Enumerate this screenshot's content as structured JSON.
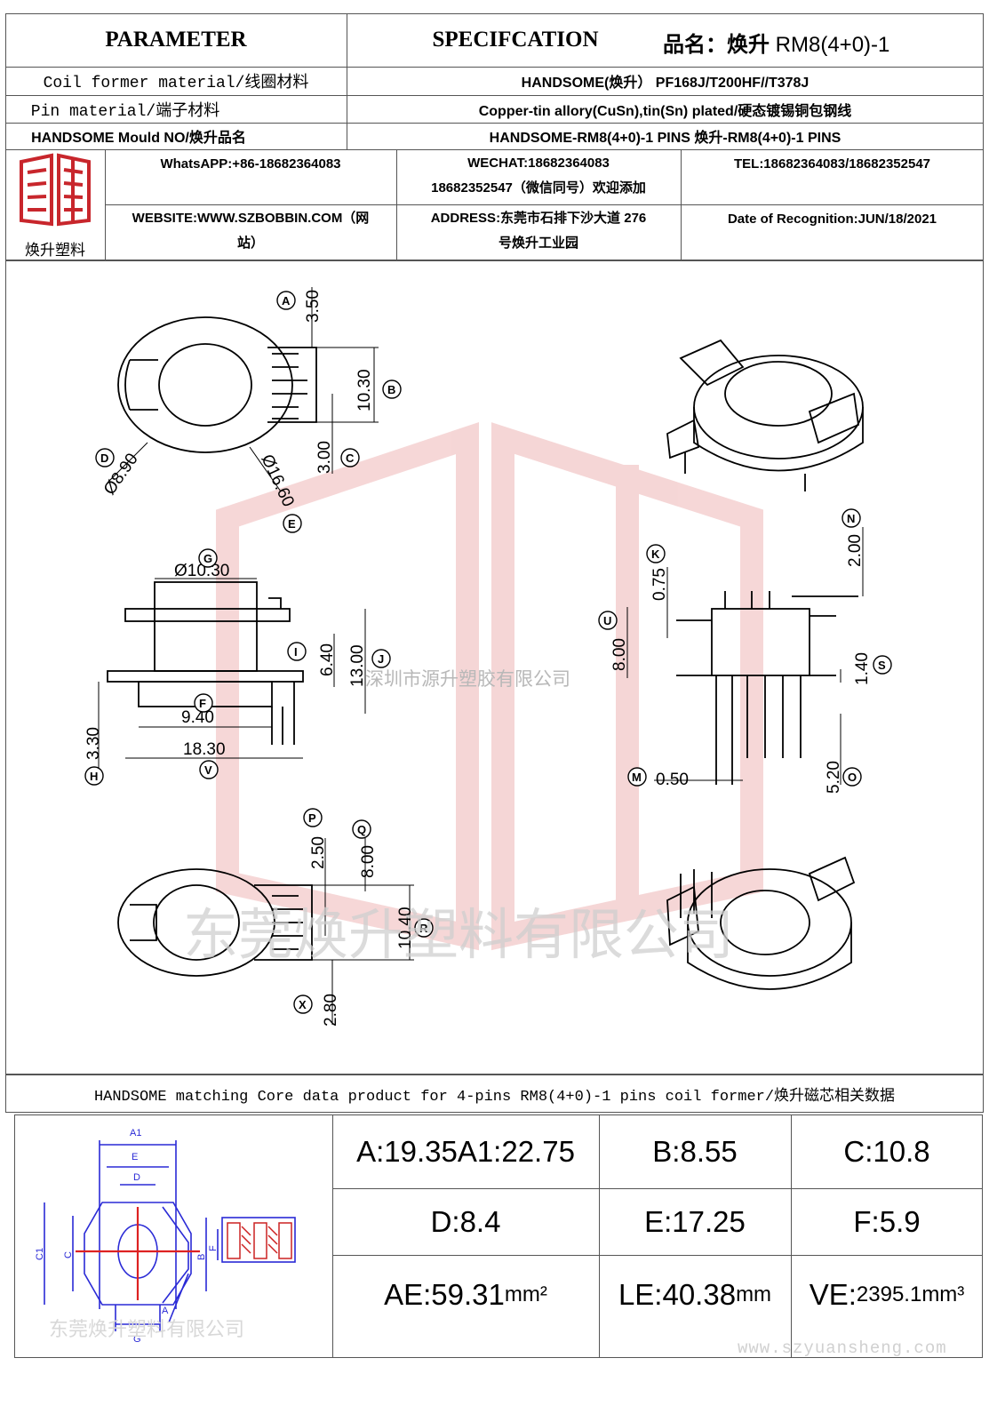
{
  "header": {
    "parameter": "PARAMETER",
    "specification": "SPECIFCATION",
    "product_name_label": "品名：焕升",
    "product_name_value": "RM8(4+0)-1"
  },
  "rows": [
    {
      "label": "Coil former material/线圈材料",
      "value": "HANDSOME(焕升）  PF168J/T200HF//T378J"
    },
    {
      "label": "Pin material/端子材料",
      "value": "Copper-tin allory(CuSn),tin(Sn) plated/硬态镀锡铜包钢线"
    },
    {
      "label": "HANDSOME Mould NO/焕升品名",
      "value": "HANDSOME-RM8(4+0)-1 PINS   焕升-RM8(4+0)-1 PINS"
    }
  ],
  "company": {
    "logo_caption": "焕升塑料",
    "whatsapp": "WhatsAPP:+86-18682364083",
    "wechat_line1": "WECHAT:18682364083",
    "wechat_line2": "18682352547（微信同号）欢迎添加",
    "tel": "TEL:18682364083/18682352547",
    "website_line1": "WEBSITE:WWW.SZBOBBIN.COM（网",
    "website_line2": "站）",
    "address_line1": "ADDRESS:东莞市石排下沙大道 276",
    "address_line2": "号焕升工业园",
    "date": "Date of Recognition:JUN/18/2021"
  },
  "drawing": {
    "watermark_company_small": "深圳市源升塑胶有限公司",
    "watermark_company_large": "东莞焕升塑料有限公司",
    "top_view": {
      "A": "3.50",
      "B": "10.30",
      "C": "3.00",
      "D": "Ø8.90",
      "E": "Ø16.60"
    },
    "side_view": {
      "G": "Ø10.30",
      "I": "6.40",
      "J": "13.00",
      "F": "9.40",
      "V": "18.30",
      "H": "3.30"
    },
    "front_view": {
      "K": "0.75",
      "U": "8.00",
      "N": "2.00",
      "S": "1.40",
      "M": "0.50",
      "O": "5.20"
    },
    "bottom_view": {
      "P": "2.50",
      "Q": "8.00",
      "R": "10.40",
      "X": "2.80"
    },
    "labels": [
      "A",
      "B",
      "C",
      "D",
      "E",
      "G",
      "I",
      "J",
      "F",
      "V",
      "H",
      "K",
      "U",
      "N",
      "S",
      "M",
      "O",
      "P",
      "Q",
      "R",
      "X"
    ]
  },
  "core_section": {
    "title": "HANDSOME matching Core data  product for 4-pins RM8(4+0)-1 pins coil former/焕升磁芯相关数据",
    "diagram_labels": [
      "A1",
      "E",
      "D",
      "C1",
      "C",
      "G",
      "A",
      "B",
      "F"
    ],
    "diagram_watermark": "东莞焕升塑料有限公司",
    "cells": [
      {
        "text": "A:19.35A1:22.75"
      },
      {
        "text": "B:8.55"
      },
      {
        "text": "C:10.8"
      },
      {
        "text": "D:8.4"
      },
      {
        "text": "E:17.25"
      },
      {
        "text": "F:5.9"
      }
    ],
    "ae": {
      "label": "AE:59.31",
      "unit": "mm²"
    },
    "le": {
      "label": "LE:40.38",
      "unit": "mm"
    },
    "ve": {
      "label": "VE:",
      "unit": "2395.1mm³"
    }
  },
  "footer_watermark": "www.szyuansheng.com"
}
